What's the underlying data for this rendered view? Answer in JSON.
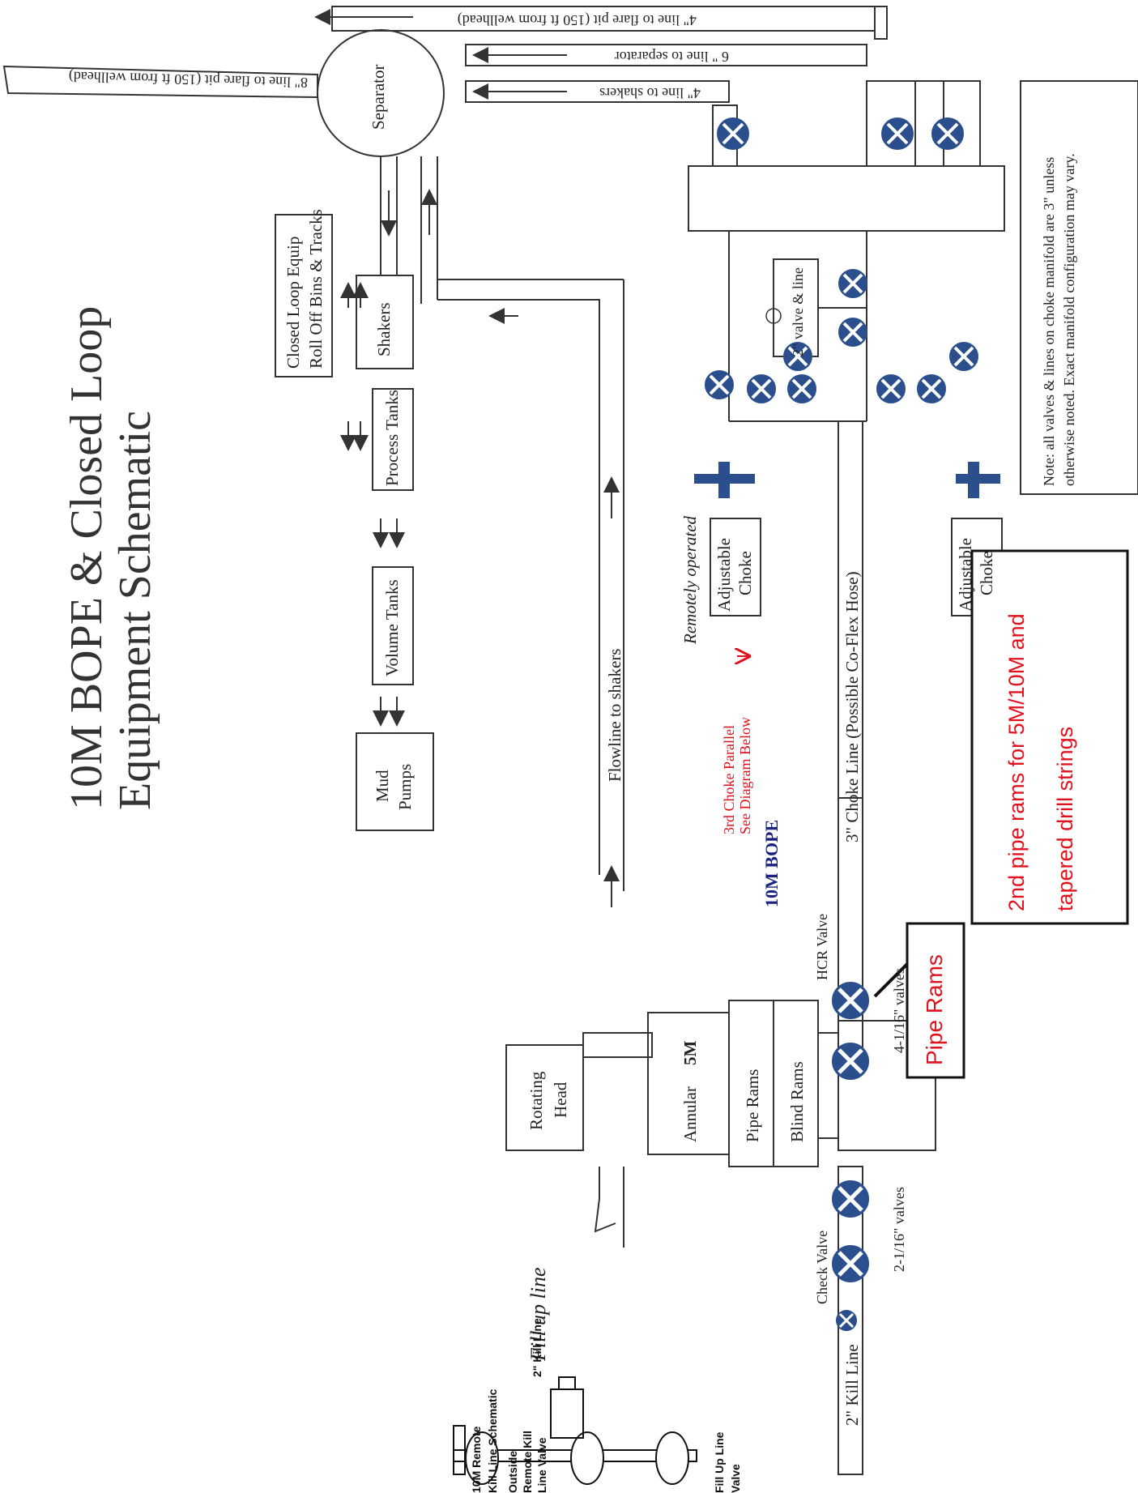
{
  "title": {
    "line1": "10M BOPE & Closed Loop",
    "line2": "Equipment Schematic"
  },
  "top_lines": {
    "flare_4in": "4\" line to flare pit (150 ft from wellhead)",
    "separator_6in": "6 \" line to separator",
    "shakers_4in": "4\" line to shakers",
    "flare_8in": "8\" line to flare pit (150 ft from wellhead)"
  },
  "process": {
    "separator": "Separator",
    "shakers": "Shakers",
    "closed_loop_1": "Closed Loop Equip",
    "closed_loop_2": "Roll Off Bins & Tracks",
    "process_tanks": "Process Tanks",
    "volume_tanks": "Volume Tanks",
    "mud_pumps_1": "Mud",
    "mud_pumps_2": "Pumps",
    "flowline": "Flowline to shakers"
  },
  "choke": {
    "remotely_operated": "Remotely operated",
    "adjustable_1": "Adjustable",
    "choke_word": "Choke",
    "valve_2in": "2\" valve & line",
    "note_1": "Note: all valves & lines on choke manifold are 3\" unless",
    "note_2": "otherwise noted.  Exact manifold configuration may vary.",
    "third_choke_1": "3rd Choke Parallel",
    "third_choke_2": "See Diagram Below",
    "choke_line": "3\" Choke Line (Possible Co-Flex Hose)"
  },
  "bope": {
    "label": "10M BOPE",
    "rotating_1": "Rotating",
    "rotating_2": "Head",
    "annular": "Annular",
    "annular_rating": "5M",
    "pipe_rams": "Pipe Rams",
    "blind_rams": "Blind Rams",
    "hcr_valve": "HCR Valve",
    "valves_4": "4-1/16\" valves",
    "valves_2": "2-1/16\" valves",
    "check_valve": "Check Valve",
    "kill_line": "2\" Kill Line",
    "fill_up_line": "Fill up line",
    "red_pipe_rams": "Pipe Rams",
    "callout_1": "2nd pipe rams for 5M/10M and",
    "callout_2": "tapered drill strings"
  },
  "kill_schematic": {
    "title_1": "10M Remote",
    "title_2": "Kill Line Schematic",
    "outside_1": "Outside",
    "outside_2": "Remote Kill",
    "outside_3": "Line Valve",
    "kill_line_2in": "2\" Kill Line",
    "fill_up_1": "Fill Up Line",
    "fill_up_2": "Valve"
  },
  "colors": {
    "valve_blue": "#2b4f8c",
    "line": "#333333",
    "red": "#e0121e",
    "navy": "#1a237e"
  }
}
